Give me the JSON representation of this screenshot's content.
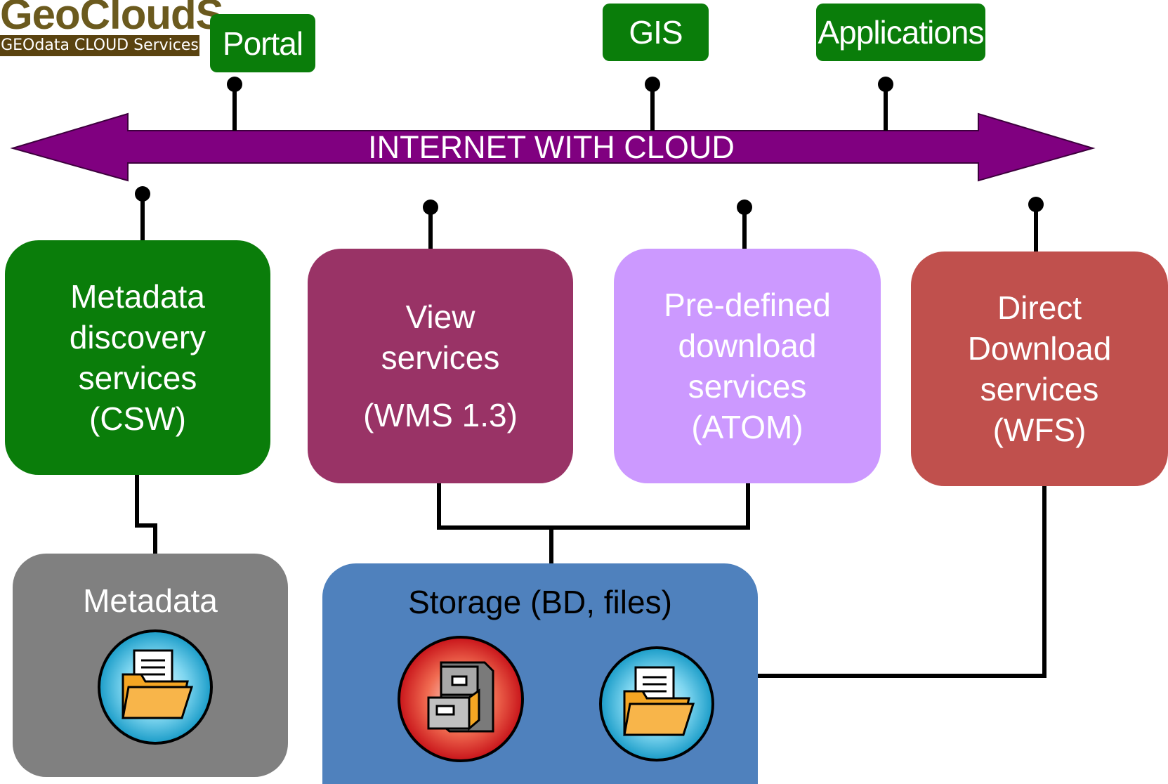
{
  "logo": {
    "title": "GeoCloudS",
    "subtitle": "GEOdata CLOUD Services"
  },
  "top_nodes": {
    "portal": "Portal",
    "gis": "GIS",
    "applications": "Applications"
  },
  "arrow": {
    "label": "INTERNET WITH CLOUD",
    "color": "#800080"
  },
  "services": {
    "metadata_discovery": {
      "line1": "Metadata",
      "line2": "discovery",
      "line3": "services",
      "line4": "(CSW)",
      "color": "#0a7d0a"
    },
    "view": {
      "line1": "View",
      "line2": "services",
      "line3": "(WMS 1.3)",
      "color": "#993366"
    },
    "predefined_download": {
      "line1": "Pre-defined",
      "line2": "download",
      "line3": "services",
      "line4": "(ATOM)",
      "color": "#cc99ff"
    },
    "direct_download": {
      "line1": "Direct",
      "line2": "Download",
      "line3": "services",
      "line4": "(WFS)",
      "color": "#c0504d"
    }
  },
  "stores": {
    "metadata": {
      "label": "Metadata",
      "color": "#808080"
    },
    "storage": {
      "label": "Storage (BD, files)",
      "color": "#4f81bd"
    }
  },
  "icons": [
    "folder-icon",
    "file-cabinet-icon",
    "folder-icon"
  ]
}
